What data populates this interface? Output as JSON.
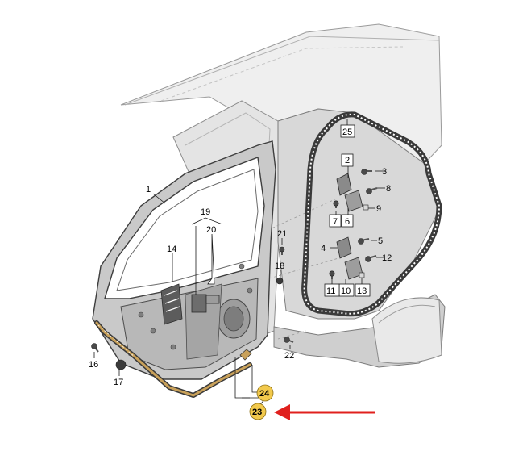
{
  "callouts": {
    "c1": "1",
    "c2": "2",
    "c3": "3",
    "c4": "4",
    "c5": "5",
    "c6": "6",
    "c7": "7",
    "c8": "8",
    "c9": "9",
    "c10": "10",
    "c11": "11",
    "c12": "12",
    "c13": "13",
    "c14": "14",
    "c16": "16",
    "c17": "17",
    "c18": "18",
    "c19": "19",
    "c20": "20",
    "c21": "21",
    "c22": "22",
    "c23": "23",
    "c24": "24",
    "c25": "25"
  },
  "highlighted_parts": [
    "23",
    "24"
  ],
  "colors": {
    "highlight_fill": "#f2c94c",
    "arrow": "#e0201e",
    "body_shade": "#dcdcdc",
    "door_shade": "#c8c8c8",
    "seal": "#3a3a3a",
    "door_seal_strip": "#c9a15a"
  }
}
